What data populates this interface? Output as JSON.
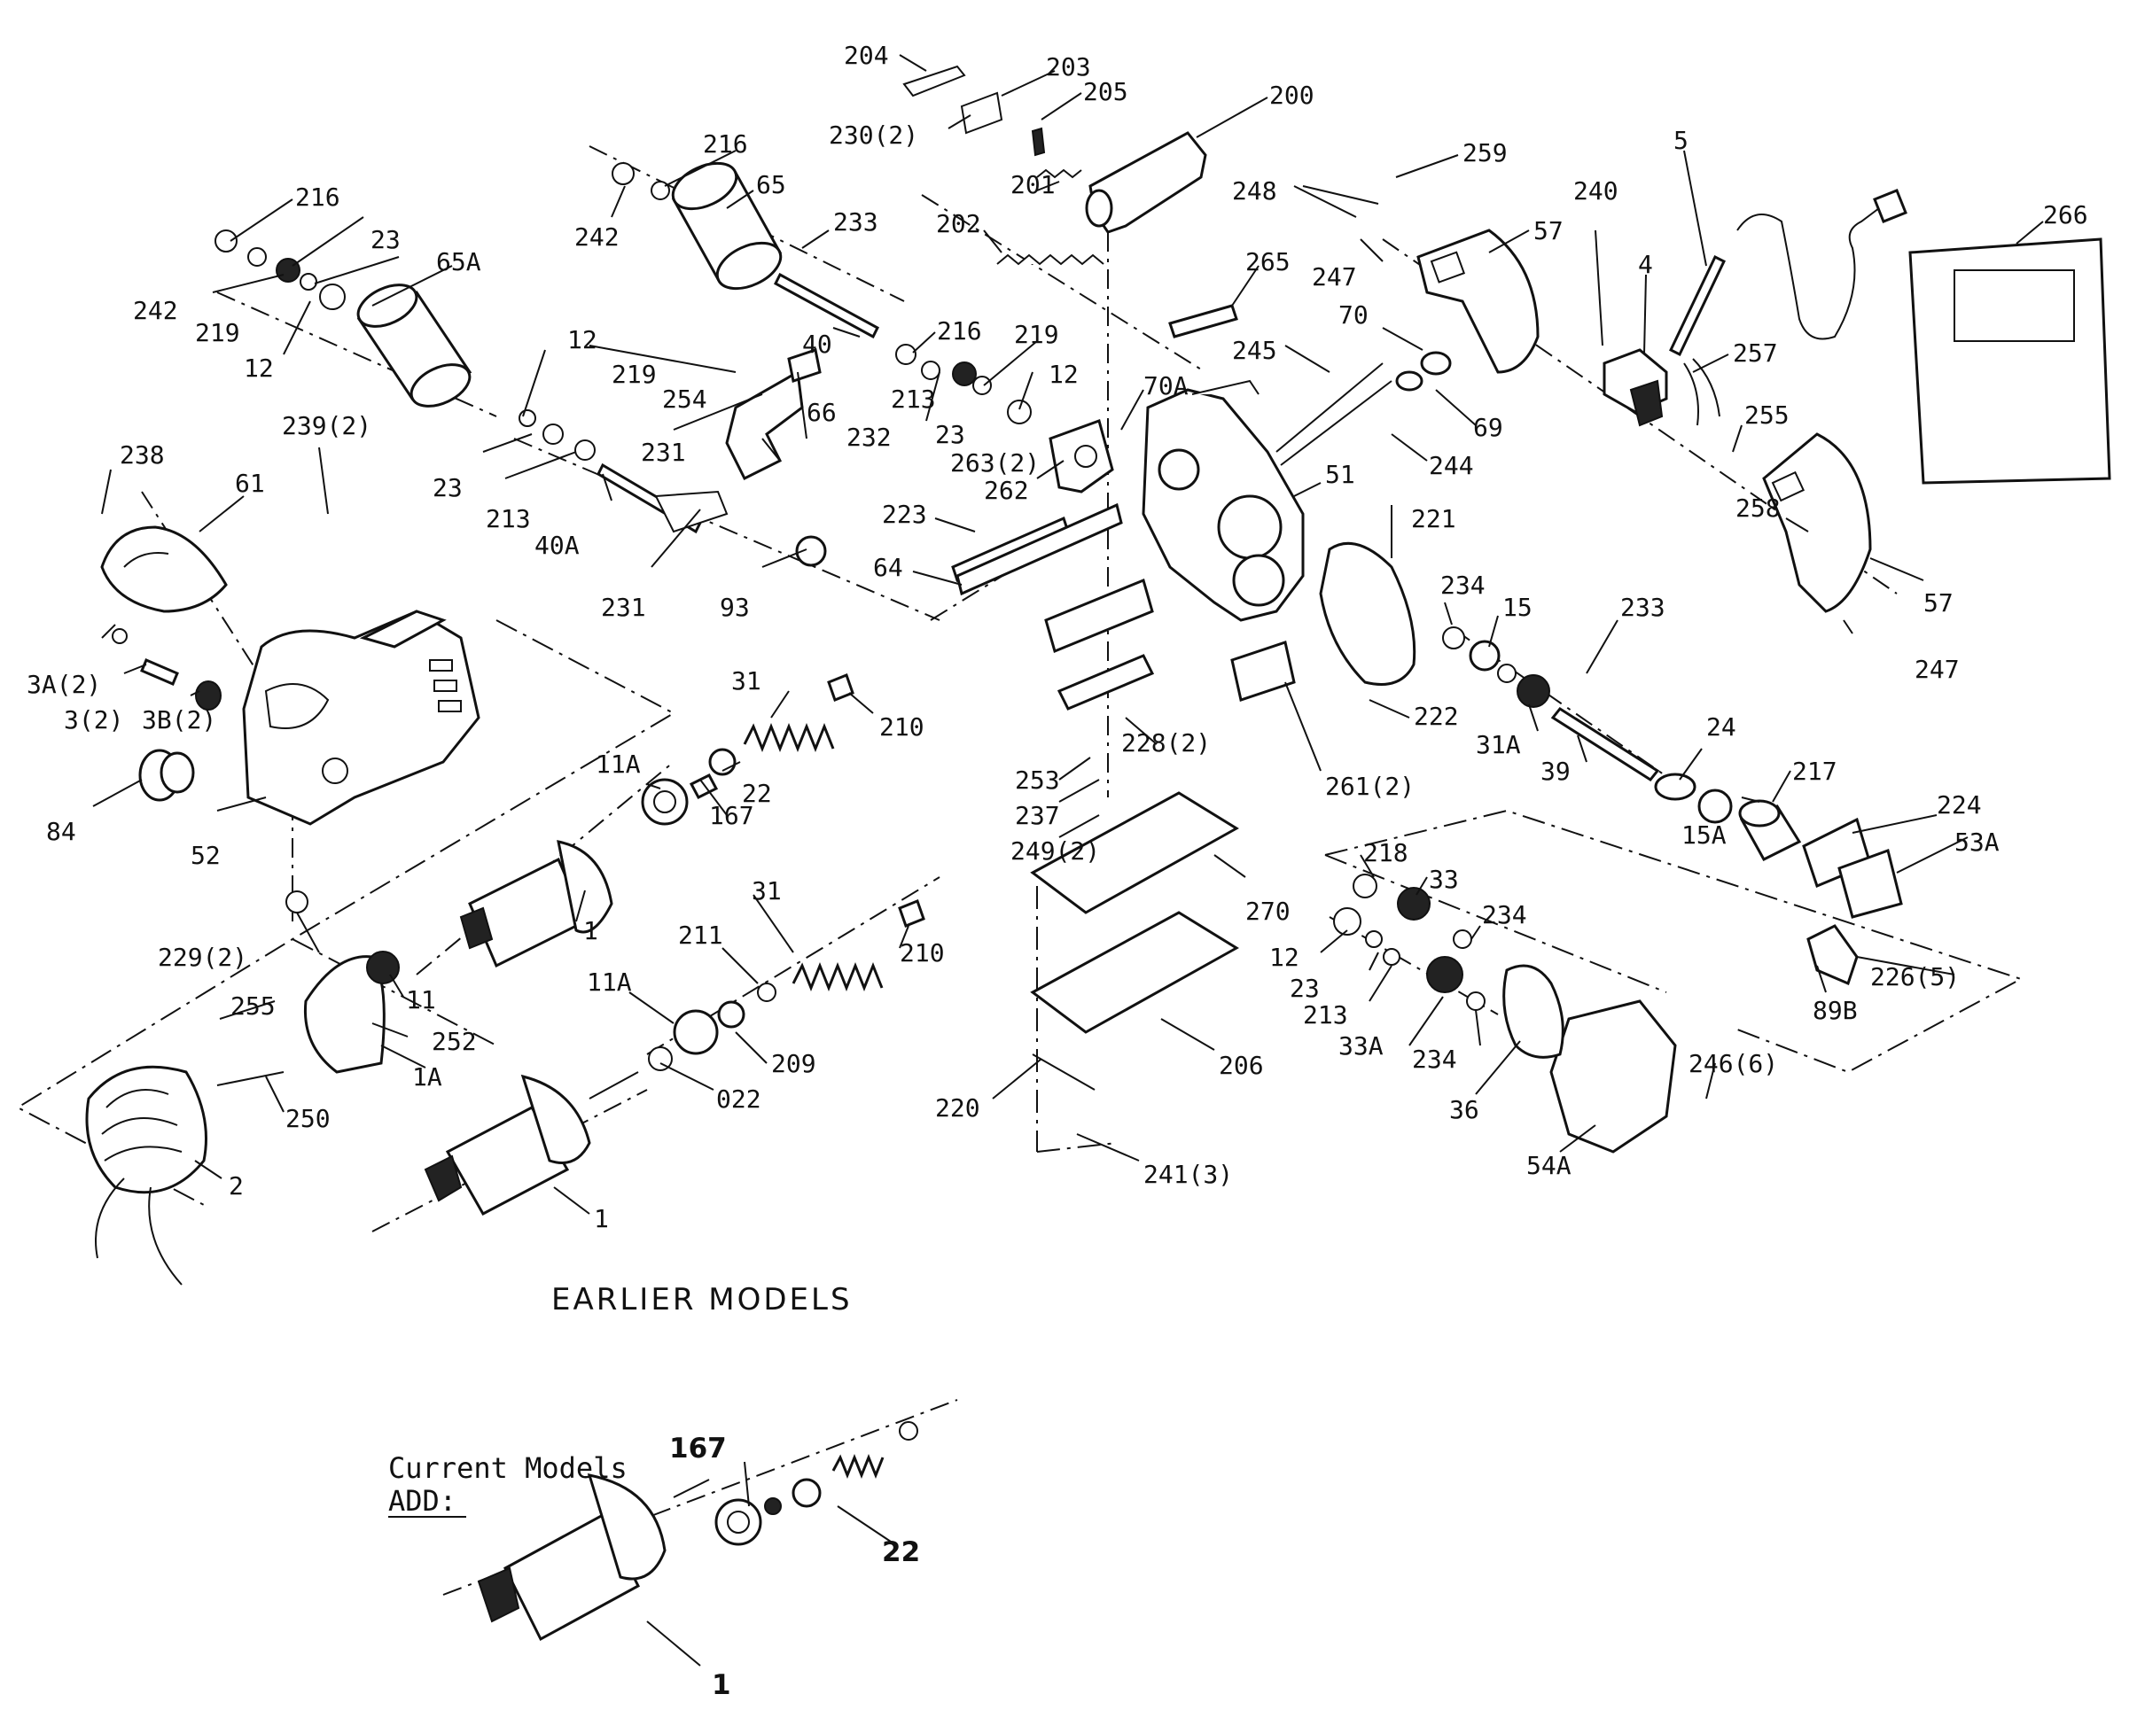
{
  "diagram": {
    "caption_earlier": "EARLIER MODELS",
    "caption_current_line1": "Current Models",
    "caption_current_line2": "ADD:",
    "callouts": [
      {
        "id": "c204",
        "text": "204"
      },
      {
        "id": "c203",
        "text": "203"
      },
      {
        "id": "c205",
        "text": "205"
      },
      {
        "id": "c200",
        "text": "200"
      },
      {
        "id": "c230",
        "text": "230(2)"
      },
      {
        "id": "c201",
        "text": "201"
      },
      {
        "id": "c202",
        "text": "202"
      },
      {
        "id": "c216a",
        "text": "216"
      },
      {
        "id": "c65",
        "text": "65"
      },
      {
        "id": "c242a",
        "text": "242"
      },
      {
        "id": "c233a",
        "text": "233"
      },
      {
        "id": "c216b",
        "text": "216"
      },
      {
        "id": "c23a",
        "text": "23"
      },
      {
        "id": "c242b",
        "text": "242"
      },
      {
        "id": "c219a",
        "text": "219"
      },
      {
        "id": "c65a",
        "text": "65A"
      },
      {
        "id": "c12a",
        "text": "12"
      },
      {
        "id": "c40",
        "text": "40"
      },
      {
        "id": "c216c",
        "text": "216"
      },
      {
        "id": "c219b",
        "text": "219"
      },
      {
        "id": "c12b",
        "text": "12"
      },
      {
        "id": "c219c",
        "text": "219"
      },
      {
        "id": "c254",
        "text": "254"
      },
      {
        "id": "c66",
        "text": "66"
      },
      {
        "id": "c213a",
        "text": "213"
      },
      {
        "id": "c23b",
        "text": "23"
      },
      {
        "id": "c12c",
        "text": "12"
      },
      {
        "id": "c232",
        "text": "232"
      },
      {
        "id": "c231a",
        "text": "231"
      },
      {
        "id": "c263",
        "text": "263(2)"
      },
      {
        "id": "c23c",
        "text": "23"
      },
      {
        "id": "c213b",
        "text": "213"
      },
      {
        "id": "c40a",
        "text": "40A"
      },
      {
        "id": "c231b",
        "text": "231"
      },
      {
        "id": "c93",
        "text": "93"
      },
      {
        "id": "c238",
        "text": "238"
      },
      {
        "id": "c61",
        "text": "61"
      },
      {
        "id": "c239",
        "text": "239(2)"
      },
      {
        "id": "c223",
        "text": "223"
      },
      {
        "id": "c64",
        "text": "64"
      },
      {
        "id": "c262",
        "text": "262"
      },
      {
        "id": "c70a",
        "text": "70A"
      },
      {
        "id": "c265",
        "text": "265"
      },
      {
        "id": "c259",
        "text": "259"
      },
      {
        "id": "c248",
        "text": "248"
      },
      {
        "id": "c57a",
        "text": "57"
      },
      {
        "id": "c247a",
        "text": "247"
      },
      {
        "id": "c240",
        "text": "240"
      },
      {
        "id": "c5",
        "text": "5"
      },
      {
        "id": "c266",
        "text": "266"
      },
      {
        "id": "c70",
        "text": "70"
      },
      {
        "id": "c245",
        "text": "245"
      },
      {
        "id": "c4",
        "text": "4"
      },
      {
        "id": "c257",
        "text": "257"
      },
      {
        "id": "c69",
        "text": "69"
      },
      {
        "id": "c244",
        "text": "244"
      },
      {
        "id": "c255a",
        "text": "255"
      },
      {
        "id": "c51",
        "text": "51"
      },
      {
        "id": "c221",
        "text": "221"
      },
      {
        "id": "c258",
        "text": "258"
      },
      {
        "id": "c57b",
        "text": "57"
      },
      {
        "id": "c3a",
        "text": "3A(2)"
      },
      {
        "id": "c3",
        "text": "3(2)"
      },
      {
        "id": "c3b",
        "text": "3B(2)"
      },
      {
        "id": "c31a",
        "text": "31"
      },
      {
        "id": "c210a",
        "text": "210"
      },
      {
        "id": "c234a",
        "text": "234"
      },
      {
        "id": "c15",
        "text": "15"
      },
      {
        "id": "c233b",
        "text": "233"
      },
      {
        "id": "c247b",
        "text": "247"
      },
      {
        "id": "c11a",
        "text": "11A"
      },
      {
        "id": "c22a",
        "text": "22"
      },
      {
        "id": "c167a",
        "text": "167"
      },
      {
        "id": "c228",
        "text": "228(2)"
      },
      {
        "id": "c222",
        "text": "222"
      },
      {
        "id": "c31b",
        "text": "31A"
      },
      {
        "id": "c39",
        "text": "39"
      },
      {
        "id": "c24",
        "text": "24"
      },
      {
        "id": "c84",
        "text": "84"
      },
      {
        "id": "c52",
        "text": "52"
      },
      {
        "id": "c253",
        "text": "253"
      },
      {
        "id": "c237",
        "text": "237"
      },
      {
        "id": "c261",
        "text": "261(2)"
      },
      {
        "id": "c217",
        "text": "217"
      },
      {
        "id": "c224",
        "text": "224"
      },
      {
        "id": "c53a",
        "text": "53A"
      },
      {
        "id": "c15a",
        "text": "15A"
      },
      {
        "id": "c249",
        "text": "249(2)"
      },
      {
        "id": "c218",
        "text": "218"
      },
      {
        "id": "c33",
        "text": "33"
      },
      {
        "id": "c1a",
        "text": "1"
      },
      {
        "id": "c31c",
        "text": "31"
      },
      {
        "id": "c210b",
        "text": "210"
      },
      {
        "id": "c270",
        "text": "270"
      },
      {
        "id": "c234b",
        "text": "234"
      },
      {
        "id": "c229",
        "text": "229(2)"
      },
      {
        "id": "c11",
        "text": "11"
      },
      {
        "id": "c211",
        "text": "211"
      },
      {
        "id": "c12d",
        "text": "12"
      },
      {
        "id": "c23d",
        "text": "23"
      },
      {
        "id": "c226",
        "text": "226(5)"
      },
      {
        "id": "c89b",
        "text": "89B"
      },
      {
        "id": "c255b",
        "text": "255"
      },
      {
        "id": "c252",
        "text": "252"
      },
      {
        "id": "c11a2",
        "text": "11A"
      },
      {
        "id": "c209",
        "text": "209"
      },
      {
        "id": "c213c",
        "text": "213"
      },
      {
        "id": "c33a",
        "text": "33A"
      },
      {
        "id": "c234c",
        "text": "234"
      },
      {
        "id": "c1a2",
        "text": "1A"
      },
      {
        "id": "c250",
        "text": "250"
      },
      {
        "id": "c022",
        "text": "022"
      },
      {
        "id": "c220",
        "text": "220"
      },
      {
        "id": "c206",
        "text": "206"
      },
      {
        "id": "c246",
        "text": "246(6)"
      },
      {
        "id": "c36",
        "text": "36"
      },
      {
        "id": "c2",
        "text": "2"
      },
      {
        "id": "c54a",
        "text": "54A"
      },
      {
        "id": "c241",
        "text": "241(3)"
      },
      {
        "id": "c1b",
        "text": "1"
      },
      {
        "id": "c167b",
        "text": "167"
      },
      {
        "id": "c22b",
        "text": "22"
      },
      {
        "id": "c1c",
        "text": "1"
      }
    ]
  }
}
